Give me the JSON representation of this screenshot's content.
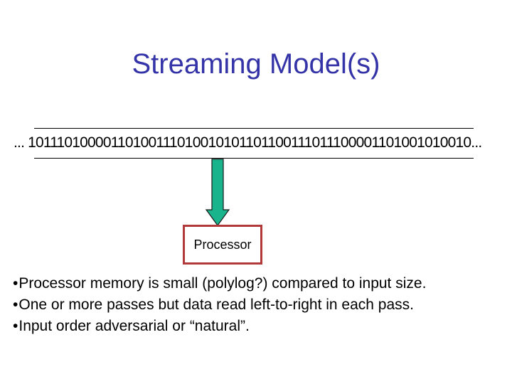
{
  "title": "Streaming Model(s)",
  "stream": {
    "text": "... 10111010000110100111010010101101100111011100001101001010010..."
  },
  "processor": {
    "label": "Processor"
  },
  "bullets": {
    "marker": "•",
    "items": [
      "Processor memory is small (polylog?) compared to input size.",
      "One or more passes but data read left-to-right in each pass.",
      "Input order adversarial or “natural”."
    ]
  },
  "colors": {
    "title_blue": "#3434A8",
    "arrow_fill": "#19B48C",
    "arrow_outline": "#1a1a1a",
    "box_border": "#B23939",
    "line_black": "#000000",
    "background": "#ffffff"
  }
}
